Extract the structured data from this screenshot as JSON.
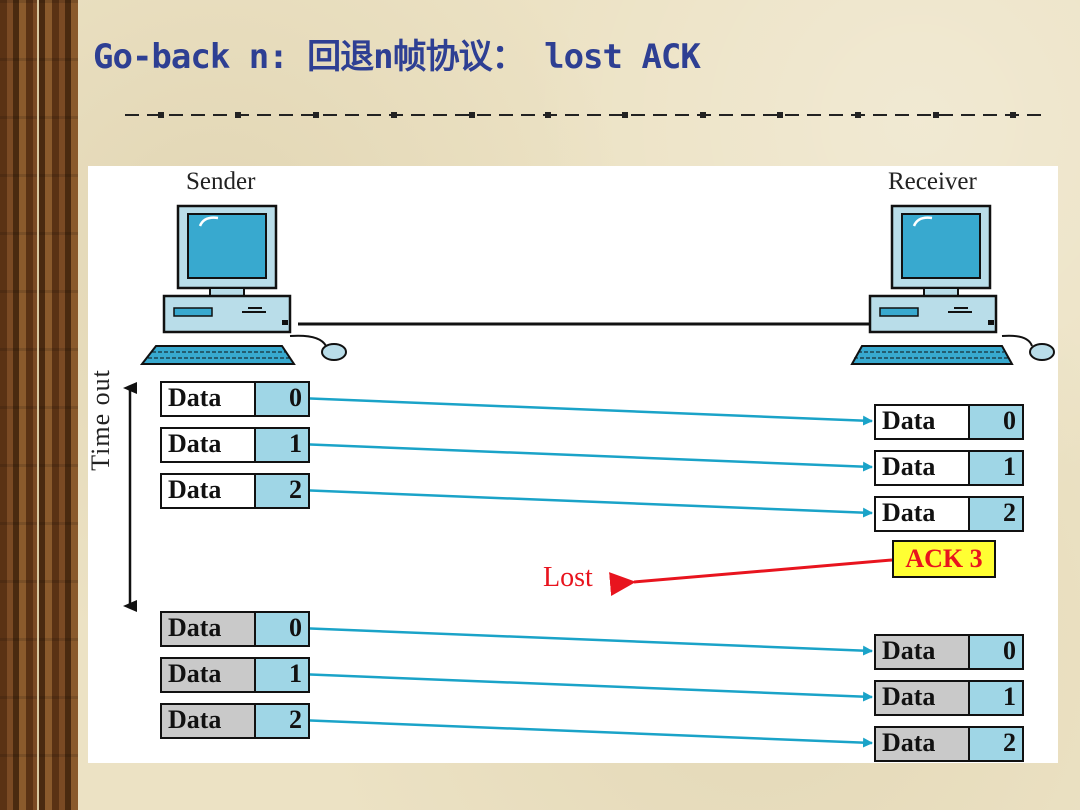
{
  "title": "Go-back n: 回退n帧协议： lost ACK",
  "diagram": {
    "sender_label": "Sender",
    "receiver_label": "Receiver",
    "timeout_label": "Time out",
    "frame_word": "Data",
    "sender_frames_first": [
      "0",
      "1",
      "2"
    ],
    "receiver_frames_first": [
      "0",
      "1",
      "2"
    ],
    "sender_frames_resent": [
      "0",
      "1",
      "2"
    ],
    "receiver_frames_resent": [
      "0",
      "1",
      "2"
    ],
    "ack_label": "ACK 3",
    "lost_label": "Lost",
    "colors": {
      "title": "#2e3f93",
      "data_arrow": "#1aa3c8",
      "ack_arrow": "#e8141e",
      "seq_cell": "#9fd6e6",
      "ack_box": "#ffff33"
    }
  }
}
